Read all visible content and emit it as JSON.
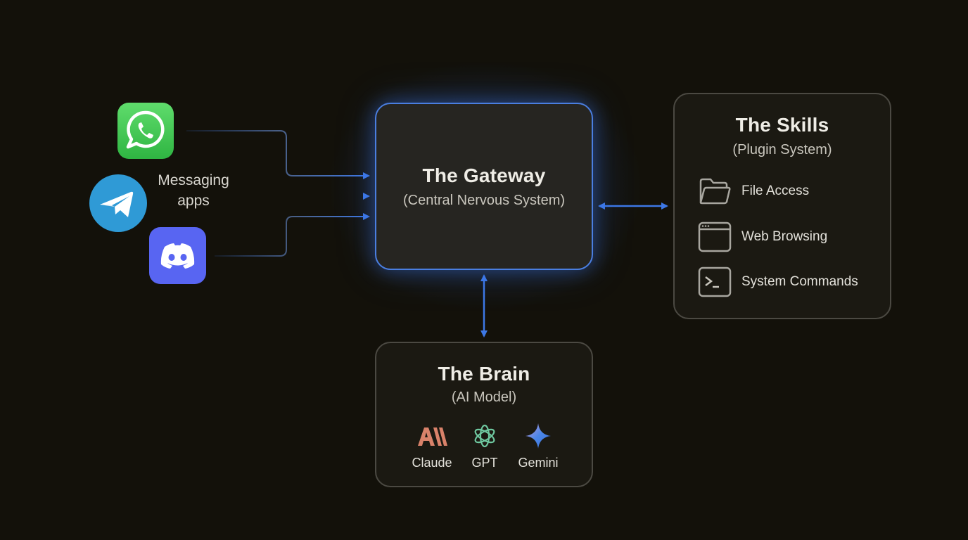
{
  "messaging": {
    "label_line1": "Messaging",
    "label_line2": "apps",
    "apps": [
      {
        "name": "WhatsApp",
        "icon": "whatsapp-icon",
        "color": "#3fc24f"
      },
      {
        "name": "Telegram",
        "icon": "telegram-icon",
        "color": "#2f9ad6"
      },
      {
        "name": "Discord",
        "icon": "discord-icon",
        "color": "#5865f2"
      }
    ]
  },
  "gateway": {
    "title": "The Gateway",
    "subtitle": "(Central Nervous System)",
    "accent": "#4a7ee0"
  },
  "skills": {
    "title": "The Skills",
    "subtitle": "(Plugin System)",
    "items": [
      {
        "label": "File Access",
        "icon": "folder-icon"
      },
      {
        "label": "Web Browsing",
        "icon": "browser-window-icon"
      },
      {
        "label": "System Commands",
        "icon": "terminal-icon"
      }
    ]
  },
  "brain": {
    "title": "The Brain",
    "subtitle": "(AI Model)",
    "models": [
      {
        "label": "Claude",
        "icon": "anthropic-icon",
        "color": "#d9826a"
      },
      {
        "label": "GPT",
        "icon": "openai-icon",
        "color": "#6fc8a0"
      },
      {
        "label": "Gemini",
        "icon": "gemini-sparkle-icon",
        "color": "#4a86e8"
      }
    ]
  },
  "connector_color": "#3d78e6"
}
